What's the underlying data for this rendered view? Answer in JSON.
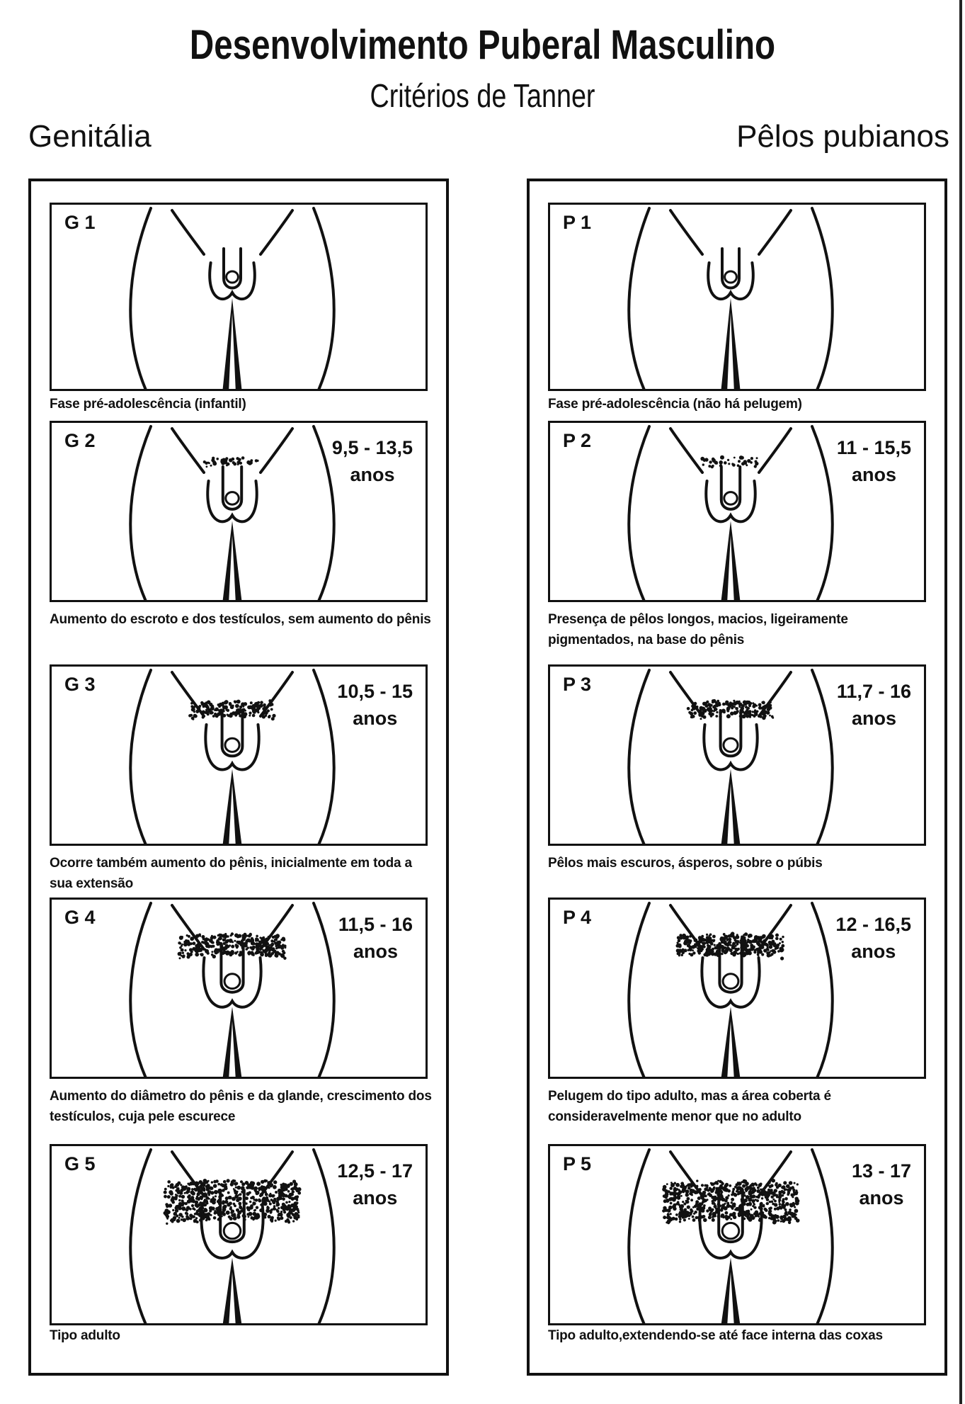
{
  "title": "Desenvolvimento Puberal Masculino",
  "subtitle": "Critérios de Tanner",
  "columns": [
    {
      "heading": "Genitália",
      "stages": [
        {
          "label": "G 1",
          "age_line1": "",
          "age_line2": "",
          "description": "Fase pré-adolescência  (infantil)"
        },
        {
          "label": "G 2",
          "age_line1": "9,5 - 13,5",
          "age_line2": "anos",
          "description": "Aumento do escroto e dos testículos, sem aumento do pênis"
        },
        {
          "label": "G 3",
          "age_line1": "10,5 - 15",
          "age_line2": "anos",
          "description": "Ocorre também aumento do pênis, inicialmente em toda a sua extensão"
        },
        {
          "label": "G 4",
          "age_line1": "11,5 - 16",
          "age_line2": "anos",
          "description": "Aumento do diâmetro do pênis e da glande, crescimento dos testículos, cuja pele escurece"
        },
        {
          "label": "G 5",
          "age_line1": "12,5 - 17",
          "age_line2": "anos",
          "description": "Tipo adulto"
        }
      ]
    },
    {
      "heading": "Pêlos pubianos",
      "stages": [
        {
          "label": "P 1",
          "age_line1": "",
          "age_line2": "",
          "description": "Fase pré-adolescência  (não há pelugem)"
        },
        {
          "label": "P 2",
          "age_line1": "11 - 15,5",
          "age_line2": "anos",
          "description": "Presença de pêlos longos, macios, ligeiramente pigmentados, na base do pênis"
        },
        {
          "label": "P 3",
          "age_line1": "11,7 - 16",
          "age_line2": "anos",
          "description": "Pêlos mais escuros, ásperos, sobre o púbis"
        },
        {
          "label": "P 4",
          "age_line1": "12 - 16,5",
          "age_line2": "anos",
          "description": "Pelugem do tipo adulto, mas a área coberta é consideravelmente menor que no adulto"
        },
        {
          "label": "P 5",
          "age_line1": "13 - 17",
          "age_line2": "anos",
          "description": "Tipo adulto,extendendo-se até face interna das coxas"
        }
      ]
    }
  ],
  "hair_levels": {
    "genitalia": [
      0,
      1,
      2,
      3,
      4
    ],
    "pubic": [
      0,
      1,
      2,
      3,
      4
    ]
  }
}
